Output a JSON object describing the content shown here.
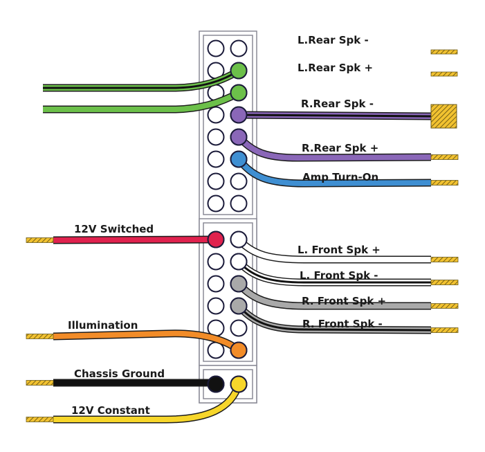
{
  "title": "Car stereo wiring harness pinout",
  "colors": {
    "green": "#6cc04a",
    "purple": "#8a67b8",
    "blue": "#3f8fd2",
    "red": "#e0224e",
    "white": "#ffffff",
    "gray": "#a9a9a9",
    "orange": "#f28c28",
    "black": "#111111",
    "yellow": "#f7d62a",
    "tip": "#f2c230",
    "outline": "#1b1b3a",
    "box": "#8a8a96"
  },
  "wires": [
    {
      "id": "green-black",
      "label": "",
      "color": "green",
      "stripe": "black",
      "side": "left",
      "pin": "upper-r2"
    },
    {
      "id": "green",
      "label": "",
      "color": "green",
      "stripe": "",
      "side": "left",
      "pin": "upper-r3"
    },
    {
      "id": "l-rear-neg",
      "label": "L.Rear Spk -",
      "color": "",
      "stripe": "",
      "side": "right",
      "pin": ""
    },
    {
      "id": "l-rear-pos",
      "label": "L.Rear Spk +",
      "color": "",
      "stripe": "",
      "side": "right",
      "pin": ""
    },
    {
      "id": "r-rear-neg",
      "label": "R.Rear Spk -",
      "color": "purple",
      "stripe": "black",
      "side": "right",
      "pin": "upper-r4"
    },
    {
      "id": "r-rear-pos",
      "label": "R.Rear Spk +",
      "color": "purple",
      "stripe": "",
      "side": "right",
      "pin": "upper-r5"
    },
    {
      "id": "amp-turn-on",
      "label": "Amp Turn-On",
      "color": "blue",
      "stripe": "",
      "side": "right",
      "pin": "upper-r6"
    },
    {
      "id": "12v-switched",
      "label": "12V Switched",
      "color": "red",
      "stripe": "",
      "side": "left",
      "pin": "lower-l1"
    },
    {
      "id": "l-front-pos",
      "label": "L. Front Spk +",
      "color": "white",
      "stripe": "",
      "side": "right",
      "pin": "lower-r1"
    },
    {
      "id": "l-front-neg",
      "label": "L. Front Spk -",
      "color": "white",
      "stripe": "black",
      "side": "right",
      "pin": "lower-r2"
    },
    {
      "id": "r-front-pos",
      "label": "R. Front Spk +",
      "color": "gray",
      "stripe": "",
      "side": "right",
      "pin": "lower-r3"
    },
    {
      "id": "r-front-neg",
      "label": "R. Front Spk -",
      "color": "gray",
      "stripe": "black",
      "side": "right",
      "pin": "lower-r4"
    },
    {
      "id": "illumination",
      "label": "Illumination",
      "color": "orange",
      "stripe": "",
      "side": "left",
      "pin": "lower-r6"
    },
    {
      "id": "chassis-ground",
      "label": "Chassis Ground",
      "color": "black",
      "stripe": "",
      "side": "left",
      "pin": "bottom-l1"
    },
    {
      "id": "12v-constant",
      "label": "12V Constant",
      "color": "yellow",
      "stripe": "",
      "side": "left",
      "pin": "bottom-r1"
    }
  ],
  "labels": {
    "l_rear_neg": "L.Rear Spk -",
    "l_rear_pos": "L.Rear Spk +",
    "r_rear_neg": "R.Rear Spk -",
    "r_rear_pos": "R.Rear Spk +",
    "amp_turn_on": "Amp Turn-On",
    "switched": "12V Switched",
    "l_front_pos": "L. Front Spk +",
    "l_front_neg": "L. Front Spk -",
    "r_front_pos": "R. Front Spk +",
    "r_front_neg": "R. Front Spk -",
    "illumination": "Illumination",
    "ground": "Chassis Ground",
    "constant": "12V Constant"
  }
}
